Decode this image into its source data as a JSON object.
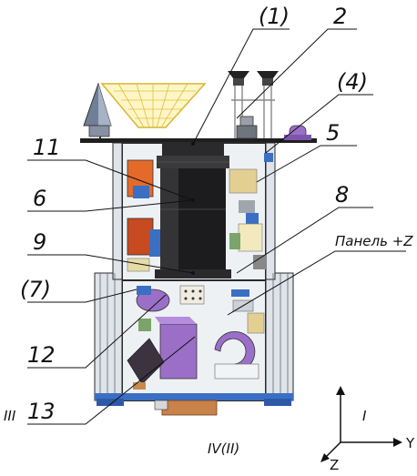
{
  "callouts": [
    {
      "id": "1",
      "text": "(1)"
    },
    {
      "id": "2",
      "text": "2"
    },
    {
      "id": "4",
      "text": "(4)"
    },
    {
      "id": "5",
      "text": "5"
    },
    {
      "id": "11",
      "text": "11"
    },
    {
      "id": "6",
      "text": "6"
    },
    {
      "id": "8",
      "text": "8"
    },
    {
      "id": "9",
      "text": "9"
    },
    {
      "id": "panel",
      "text": "Панель +Z"
    },
    {
      "id": "7",
      "text": "(7)"
    },
    {
      "id": "12",
      "text": "12"
    },
    {
      "id": "13",
      "text": "13"
    }
  ],
  "side_labels": {
    "left": "III",
    "bottom": "IV(II)",
    "right": "I"
  },
  "axes": {
    "y": "Y",
    "z": "Z"
  },
  "colors": {
    "frame": "#2a2a2a",
    "telescope": "#1c1c1e",
    "panel_blue": "#3a6fc4",
    "purple": "#9b6fc8",
    "orange": "#e46a2a",
    "tan": "#e3cf92",
    "antenna_yellow": "#e8c94a",
    "copper": "#c8824a"
  }
}
